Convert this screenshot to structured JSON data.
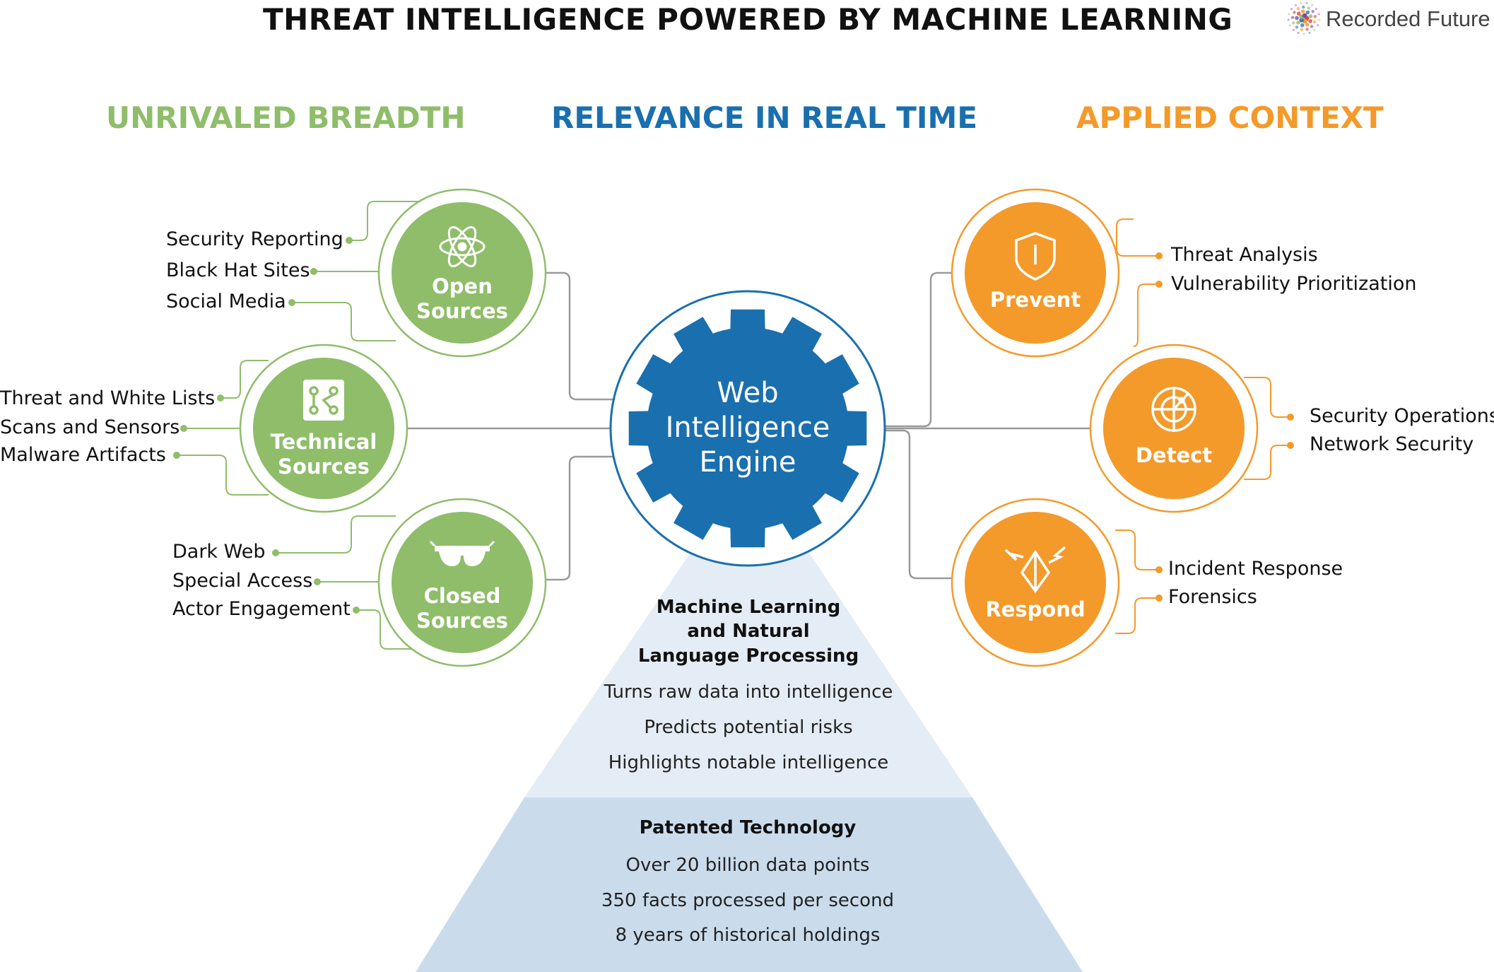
{
  "title": "THREAT INTELLIGENCE POWERED BY MACHINE LEARNING",
  "brand": {
    "name": "Recorded Future",
    "icon": "recorded-future-logo-icon"
  },
  "colors": {
    "green": "#8fbd6a",
    "blue": "#1a6fae",
    "orange": "#f39a2b",
    "light_blue": "#e4edf5",
    "mid_blue": "#cadcec"
  },
  "columns": {
    "left": "UNRIVALED BREADTH",
    "center": "RELEVANCE IN REAL TIME",
    "right": "APPLIED CONTEXT"
  },
  "engine": {
    "label": "Web\nIntelligence\nEngine",
    "icon": "gear-icon"
  },
  "sources": [
    {
      "label": "Open\nSources",
      "icon": "atom-icon",
      "items": [
        "Security Reporting",
        "Black Hat Sites",
        "Social Media"
      ]
    },
    {
      "label": "Technical\nSources",
      "icon": "circuit-icon",
      "items": [
        "Threat and White Lists",
        "Scans and Sensors",
        "Malware Artifacts"
      ]
    },
    {
      "label": "Closed\nSources",
      "icon": "sunglasses-icon",
      "items": [
        "Dark Web",
        "Special Access",
        "Actor Engagement"
      ]
    }
  ],
  "actions": [
    {
      "label": "Prevent",
      "icon": "shield-icon",
      "items": [
        "Threat Analysis",
        "Vulnerability Prioritization"
      ]
    },
    {
      "label": "Detect",
      "icon": "radar-icon",
      "items": [
        "Security Operations",
        "Network Security"
      ]
    },
    {
      "label": "Respond",
      "icon": "alert-crystal-icon",
      "items": [
        "Incident Response",
        "Forensics"
      ]
    }
  ],
  "pyramid": {
    "upper": {
      "heading": "Machine Learning\nand Natural\nLanguage Processing",
      "lines": [
        "Turns raw data into intelligence",
        "Predicts potential risks",
        "Highlights notable intelligence"
      ]
    },
    "lower": {
      "heading": "Patented Technology",
      "lines": [
        "Over 20 billion data points",
        "350 facts processed per second",
        "8 years of historical holdings"
      ]
    }
  }
}
